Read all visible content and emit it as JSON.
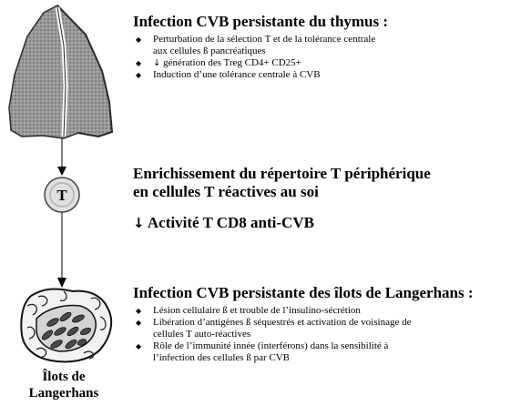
{
  "thymus_section": {
    "title": "Infection CVB persistante du thymus :",
    "bullets": [
      {
        "line1": "Perturbation de la sélection T et de la tolérance centrale",
        "line2": "aux cellules ß pancréatiques"
      },
      {
        "arrow": "↓",
        "text": " génération des Treg CD4+ CD25+"
      },
      {
        "line1": "Induction d’une tolérance centrale à CVB"
      }
    ]
  },
  "tcell_section": {
    "node_label": "T",
    "title_line1": "Enrichissement du répertoire T périphérique",
    "title_line2": "en cellules T réactives au soi",
    "activity_arrow": "↓",
    "activity_text": " Activité T CD8 anti-CVB"
  },
  "islets_section": {
    "title": "Infection CVB persistante des îlots de Langerhans :",
    "bullets": [
      {
        "line1": "Lésion cellulaire ß et trouble de l’insulino-sécrétion"
      },
      {
        "line1": "Libération d’antigènes ß séquestrés et activation de voisinage de",
        "line2": "cellules T auto-réactives"
      },
      {
        "line1": "Rôle de l’immunité innée (interférons) dans la sensibilité à",
        "line2": "l’infection des cellules ß par CVB"
      }
    ],
    "caption_line1": "Îlots de",
    "caption_line2": "Langerhans"
  }
}
